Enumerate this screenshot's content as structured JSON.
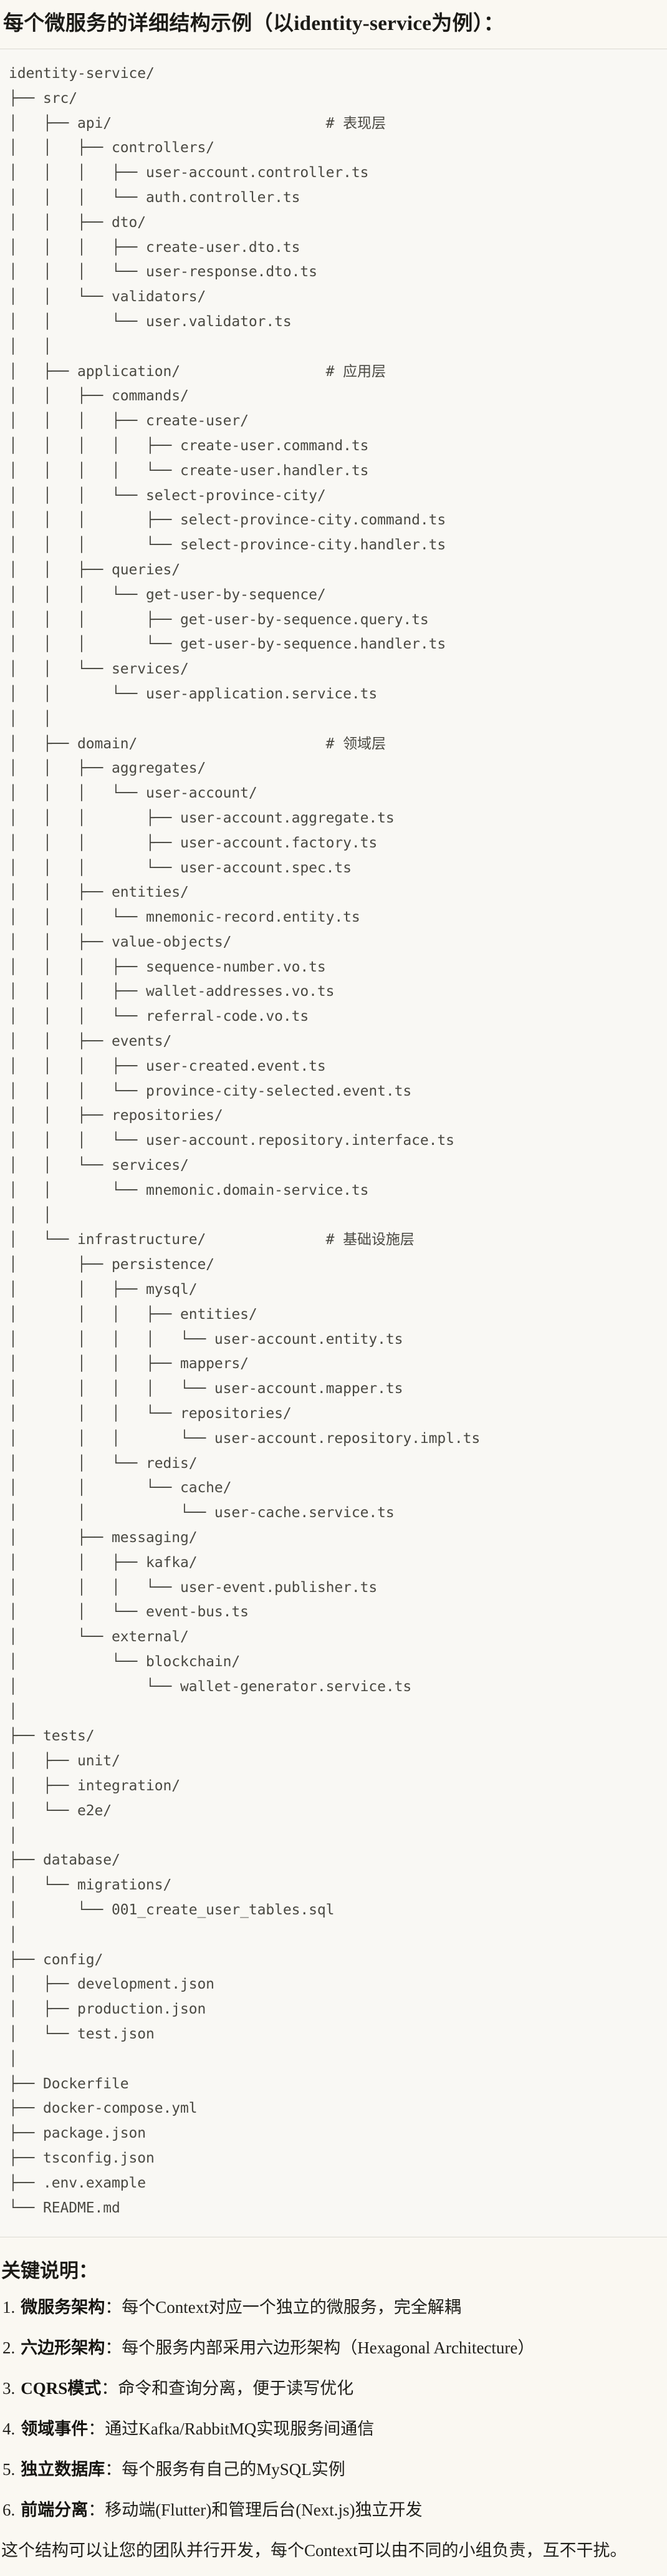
{
  "page": {
    "title": "每个微服务的详细结构示例（以identity-service为例）："
  },
  "colors": {
    "page_bg": "#FAF8F2",
    "code_bg": "#F9F8F4",
    "code_border": "#DCDAD2",
    "code_text": "#4A4942",
    "heading_text": "#1C1B17"
  },
  "code_block": {
    "language": "text",
    "lines": [
      "identity-service/",
      "├── src/",
      "│   ├── api/                         # 表现层",
      "│   │   ├── controllers/",
      "│   │   │   ├── user-account.controller.ts",
      "│   │   │   └── auth.controller.ts",
      "│   │   ├── dto/",
      "│   │   │   ├── create-user.dto.ts",
      "│   │   │   └── user-response.dto.ts",
      "│   │   └── validators/",
      "│   │       └── user.validator.ts",
      "│   │",
      "│   ├── application/                 # 应用层",
      "│   │   ├── commands/",
      "│   │   │   ├── create-user/",
      "│   │   │   │   ├── create-user.command.ts",
      "│   │   │   │   └── create-user.handler.ts",
      "│   │   │   └── select-province-city/",
      "│   │   │       ├── select-province-city.command.ts",
      "│   │   │       └── select-province-city.handler.ts",
      "│   │   ├── queries/",
      "│   │   │   └── get-user-by-sequence/",
      "│   │   │       ├── get-user-by-sequence.query.ts",
      "│   │   │       └── get-user-by-sequence.handler.ts",
      "│   │   └── services/",
      "│   │       └── user-application.service.ts",
      "│   │",
      "│   ├── domain/                      # 领域层",
      "│   │   ├── aggregates/",
      "│   │   │   └── user-account/",
      "│   │   │       ├── user-account.aggregate.ts",
      "│   │   │       ├── user-account.factory.ts",
      "│   │   │       └── user-account.spec.ts",
      "│   │   ├── entities/",
      "│   │   │   └── mnemonic-record.entity.ts",
      "│   │   ├── value-objects/",
      "│   │   │   ├── sequence-number.vo.ts",
      "│   │   │   ├── wallet-addresses.vo.ts",
      "│   │   │   └── referral-code.vo.ts",
      "│   │   ├── events/",
      "│   │   │   ├── user-created.event.ts",
      "│   │   │   └── province-city-selected.event.ts",
      "│   │   ├── repositories/",
      "│   │   │   └── user-account.repository.interface.ts",
      "│   │   └── services/",
      "│   │       └── mnemonic.domain-service.ts",
      "│   │",
      "│   └── infrastructure/              # 基础设施层",
      "│       ├── persistence/",
      "│       │   ├── mysql/",
      "│       │   │   ├── entities/",
      "│       │   │   │   └── user-account.entity.ts",
      "│       │   │   ├── mappers/",
      "│       │   │   │   └── user-account.mapper.ts",
      "│       │   │   └── repositories/",
      "│       │   │       └── user-account.repository.impl.ts",
      "│       │   └── redis/",
      "│       │       └── cache/",
      "│       │           └── user-cache.service.ts",
      "│       ├── messaging/",
      "│       │   ├── kafka/",
      "│       │   │   └── user-event.publisher.ts",
      "│       │   └── event-bus.ts",
      "│       └── external/",
      "│           └── blockchain/",
      "│               └── wallet-generator.service.ts",
      "│",
      "├── tests/",
      "│   ├── unit/",
      "│   ├── integration/",
      "│   └── e2e/",
      "│",
      "├── database/",
      "│   └── migrations/",
      "│       └── 001_create_user_tables.sql",
      "│",
      "├── config/",
      "│   ├── development.json",
      "│   ├── production.json",
      "│   └── test.json",
      "│",
      "├── Dockerfile",
      "├── docker-compose.yml",
      "├── package.json",
      "├── tsconfig.json",
      "├── .env.example",
      "└── README.md"
    ]
  },
  "notes": {
    "heading": "关键说明：",
    "items": [
      {
        "num": "1.",
        "label": "微服务架构",
        "text": "：每个Context对应一个独立的微服务，完全解耦"
      },
      {
        "num": "2.",
        "label": "六边形架构",
        "text": "：每个服务内部采用六边形架构（Hexagonal Architecture）"
      },
      {
        "num": "3.",
        "label": "CQRS模式",
        "text": "：命令和查询分离，便于读写优化"
      },
      {
        "num": "4.",
        "label": "领域事件",
        "text": "：通过Kafka/RabbitMQ实现服务间通信"
      },
      {
        "num": "5.",
        "label": "独立数据库",
        "text": "：每个服务有自己的MySQL实例"
      },
      {
        "num": "6.",
        "label": "前端分离",
        "text": "：移动端(Flutter)和管理后台(Next.js)独立开发"
      }
    ],
    "footer": "这个结构可以让您的团队并行开发，每个Context可以由不同的小组负责，互不干扰。"
  }
}
